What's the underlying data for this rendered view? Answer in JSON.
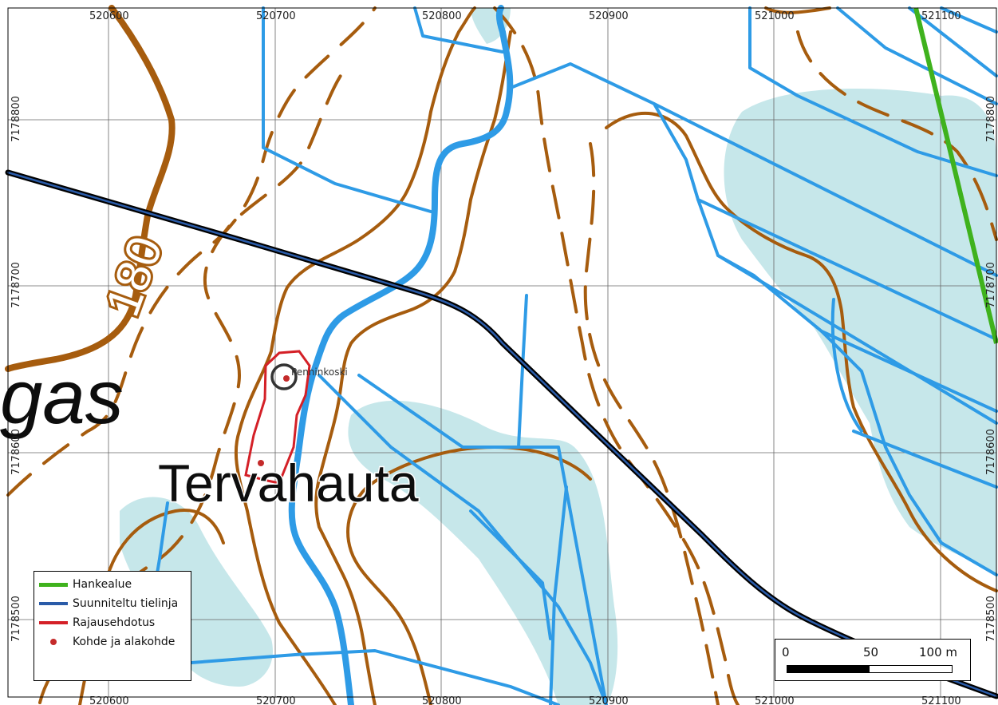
{
  "grid": {
    "x_labels": [
      "520600",
      "520700",
      "520800",
      "520900",
      "521000",
      "521100"
    ],
    "y_labels": [
      "7178800",
      "7178700",
      "7178600",
      "7178500"
    ]
  },
  "places": {
    "main": "Tervahauta",
    "partial": "gas"
  },
  "contour_label": "180",
  "site_label": "Penninkoski",
  "legend": {
    "items": [
      {
        "label": "Hankealue",
        "color": "#3fb21d",
        "kind": "line"
      },
      {
        "label": "Suunniteltu tielinja",
        "color": "#2a5ba8",
        "kind": "line"
      },
      {
        "label": "Rajausehdotus",
        "color": "#d42027",
        "kind": "line"
      },
      {
        "label": "Kohde ja alakohde",
        "color": "#c42a2a",
        "kind": "dot"
      }
    ]
  },
  "scalebar": {
    "labels": [
      "0",
      "50",
      "100 m"
    ],
    "fraction_filled": 0.5
  },
  "colors": {
    "water_area": "#c6e7ea",
    "stream": "#2e9be6",
    "contour": "#a65c0e",
    "road_outer": "#000000",
    "road_inner": "#2a5ba8",
    "project_area": "#3fb21d",
    "boundary": "#d42027",
    "site": "#c42a2a"
  }
}
